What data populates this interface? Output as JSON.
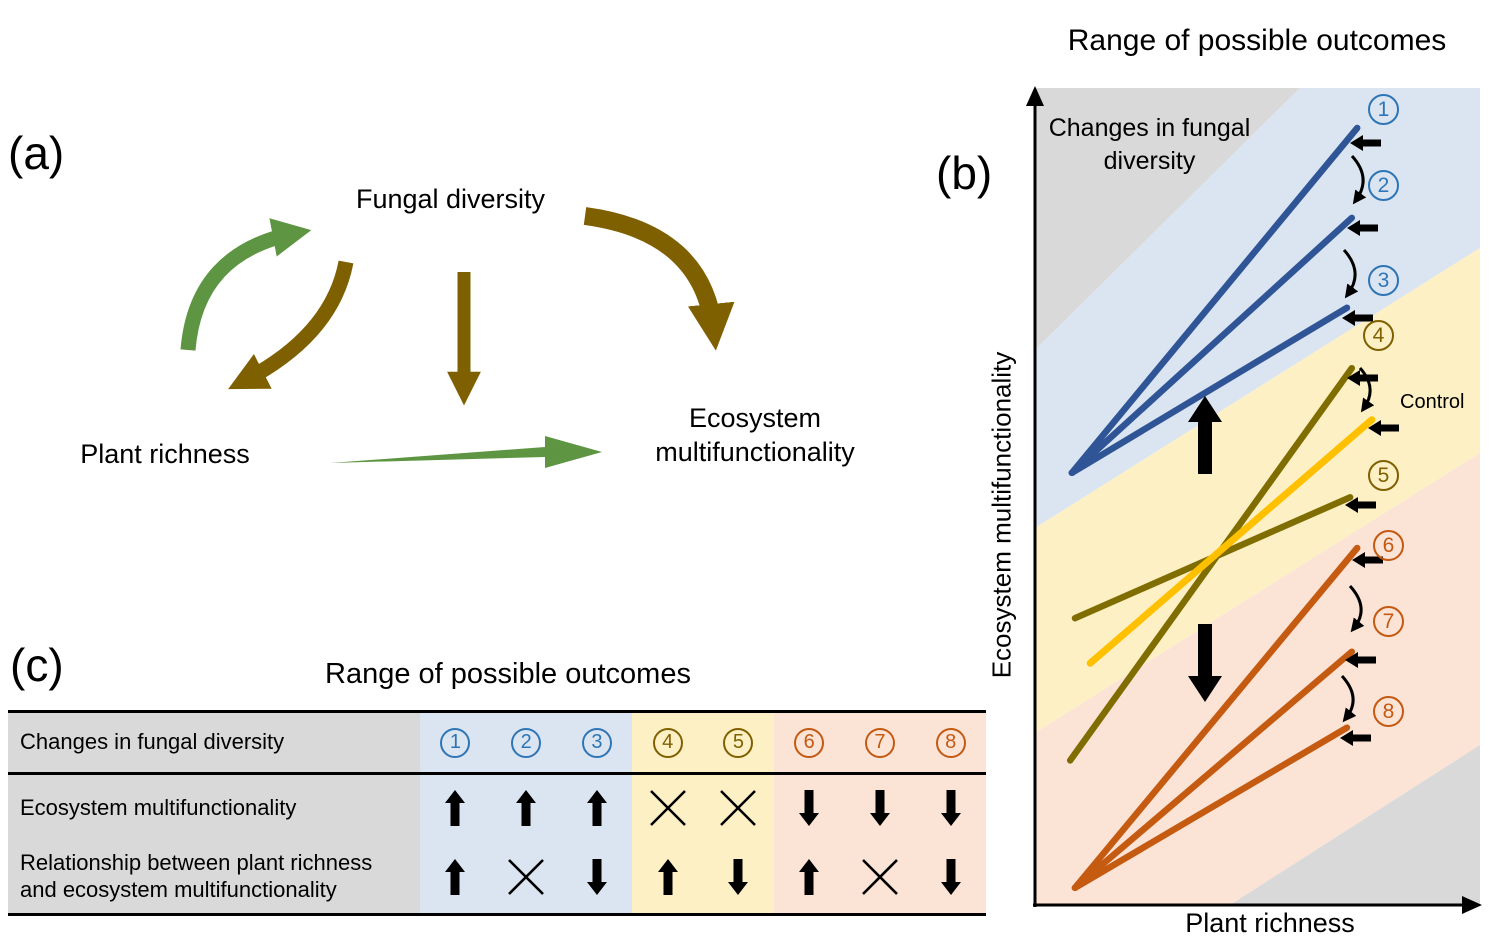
{
  "colors": {
    "blue": "#2e75b6",
    "olive": "#7f6000",
    "orange": "#c45911",
    "line_blue": "#2f5597",
    "line_olive": "#7f6d00",
    "line_gold": "#ffc000",
    "line_orange": "#c55a11",
    "band_gray": "#d9d9d9",
    "band_blue": "#dbe5f1",
    "band_yellow": "#fdf0c5",
    "band_pink": "#fbe3d6",
    "arrow_green": "#5e9542",
    "arrow_brown": "#7f6000",
    "black": "#000000"
  },
  "panel_a": {
    "label": "(a)",
    "node_fungal": "Fungal diversity",
    "node_plant": "Plant richness",
    "node_ecosystem": "Ecosystem multifunctionality"
  },
  "panel_b": {
    "label": "(b)",
    "title": "Range of possible outcomes",
    "ylabel": "Ecosystem multifunctionality",
    "xlabel": "Plant richness",
    "inner_note": "Changes in fungal diversity",
    "control_label": "Control"
  },
  "panel_c": {
    "label": "(c)",
    "title": "Range of possible outcomes",
    "table": {
      "row1_label": "Changes in  fungal diversity",
      "row2_label": "Ecosystem multifunctionality",
      "row3_label": "Relationship between plant richness and ecosystem multifunctionality",
      "columns": [
        {
          "num": "1",
          "group": "blue"
        },
        {
          "num": "2",
          "group": "blue"
        },
        {
          "num": "3",
          "group": "blue"
        },
        {
          "num": "4",
          "group": "olive"
        },
        {
          "num": "5",
          "group": "olive"
        },
        {
          "num": "6",
          "group": "orange"
        },
        {
          "num": "7",
          "group": "orange"
        },
        {
          "num": "8",
          "group": "orange"
        }
      ],
      "row2_cells": [
        "up",
        "up",
        "up",
        "cross",
        "cross",
        "down",
        "down",
        "down"
      ],
      "row3_cells": [
        "up",
        "cross",
        "down",
        "up",
        "down",
        "up",
        "cross",
        "down"
      ]
    }
  },
  "chart_data": {
    "type": "line",
    "title": "Range of possible outcomes",
    "xlabel": "Plant richness",
    "ylabel": "Ecosystem multifunctionality",
    "axes": "conceptual, no numeric ticks",
    "legend_position": "right-edge circled numbers",
    "bands": [
      {
        "group": "blue",
        "outcome_ids": [
          "1",
          "2",
          "3"
        ],
        "color": "band_blue"
      },
      {
        "group": "olive",
        "outcome_ids": [
          "4",
          "5"
        ],
        "color": "band_yellow"
      },
      {
        "group": "orange",
        "outcome_ids": [
          "6",
          "7",
          "8"
        ],
        "color": "band_pink"
      },
      {
        "group": "none",
        "outcome_ids": [],
        "color": "band_gray"
      }
    ],
    "series": [
      {
        "id": "1",
        "group": "blue",
        "color": "line_blue",
        "x": [
          0.083,
          0.724
        ],
        "y": [
          0.529,
          0.951
        ]
      },
      {
        "id": "2",
        "group": "blue",
        "color": "line_blue",
        "x": [
          0.083,
          0.712
        ],
        "y": [
          0.529,
          0.841
        ]
      },
      {
        "id": "3",
        "group": "blue",
        "color": "line_blue",
        "x": [
          0.083,
          0.701
        ],
        "y": [
          0.529,
          0.731
        ]
      },
      {
        "id": "4",
        "group": "olive",
        "color": "line_olive",
        "x": [
          0.079,
          0.712
        ],
        "y": [
          0.177,
          0.657
        ]
      },
      {
        "id": "5",
        "group": "olive",
        "color": "line_olive",
        "x": [
          0.09,
          0.708
        ],
        "y": [
          0.351,
          0.499
        ]
      },
      {
        "id": "control",
        "group": "control",
        "color": "line_gold",
        "width": 7,
        "x": [
          0.124,
          0.757
        ],
        "y": [
          0.296,
          0.594
        ]
      },
      {
        "id": "6",
        "group": "orange",
        "color": "line_orange",
        "x": [
          0.09,
          0.724
        ],
        "y": [
          0.021,
          0.437
        ]
      },
      {
        "id": "7",
        "group": "orange",
        "color": "line_orange",
        "x": [
          0.09,
          0.712
        ],
        "y": [
          0.021,
          0.31
        ]
      },
      {
        "id": "8",
        "group": "orange",
        "color": "line_orange",
        "x": [
          0.09,
          0.701
        ],
        "y": [
          0.021,
          0.217
        ]
      }
    ],
    "annotations": [
      {
        "badge": "1",
        "group": "blue",
        "bx": 1384,
        "by": 110,
        "ax": 1350,
        "ay": 143
      },
      {
        "badge": "2",
        "group": "blue",
        "bx": 1384,
        "by": 186,
        "ax": 1347,
        "ay": 228
      },
      {
        "badge": "3",
        "group": "blue",
        "bx": 1384,
        "by": 281,
        "ax": 1342,
        "ay": 318
      },
      {
        "badge": "4",
        "group": "olive",
        "bx": 1379,
        "by": 336,
        "ax": 1347,
        "ay": 378
      },
      {
        "badge": null,
        "label": "Control",
        "ax": 1368,
        "ay": 428
      },
      {
        "badge": "5",
        "group": "olive",
        "bx": 1384,
        "by": 476,
        "ax": 1345,
        "ay": 505
      },
      {
        "badge": "6",
        "group": "orange",
        "bx": 1389,
        "by": 546,
        "ax": 1352,
        "ay": 560
      },
      {
        "badge": "7",
        "group": "orange",
        "bx": 1389,
        "by": 622,
        "ax": 1345,
        "ay": 660
      },
      {
        "badge": "8",
        "group": "orange",
        "bx": 1389,
        "by": 712,
        "ax": 1340,
        "ay": 738
      }
    ]
  }
}
